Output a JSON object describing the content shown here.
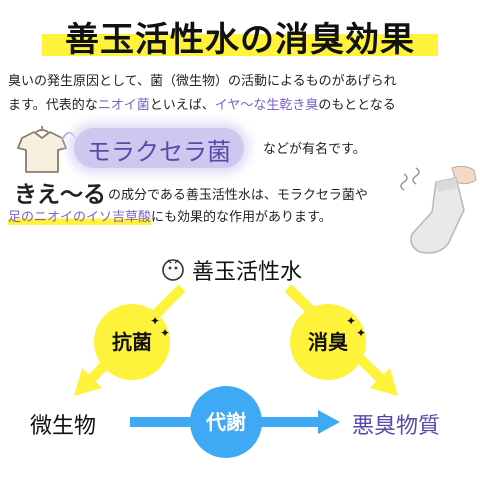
{
  "title": "善玉活性水の消臭効果",
  "para1": {
    "line1": "臭いの発生原因として、菌（微生物）の活動によるものがあげられ",
    "line2_a": "ます。代表的な",
    "line2_b": "ニオイ菌",
    "line2_c": "といえば、",
    "line2_d": "イヤ〜な生乾き臭",
    "line2_e": "のもととなる"
  },
  "moraxella": {
    "label": "モラクセラ菌",
    "after": "などが有名です。"
  },
  "kieru": {
    "big": "きえ〜る",
    "rest": "の成分である善玉活性水は、モラクセラ菌や"
  },
  "para3": {
    "a": "足のニオイのイソ吉草酸",
    "b": "にも効果的な作用があります。"
  },
  "diagram": {
    "center": "善玉活性水",
    "left_circle": "抗菌",
    "right_circle": "消臭",
    "bottom_circle": "代謝",
    "left_label": "微生物",
    "right_label": "悪臭物質"
  },
  "colors": {
    "yellow": "#fff23a",
    "blue": "#3fa9f5",
    "purple": "#7b62c4"
  },
  "icons": [
    "shirt-icon",
    "sock-icon",
    "bottle-icon",
    "sparkle-icon"
  ]
}
